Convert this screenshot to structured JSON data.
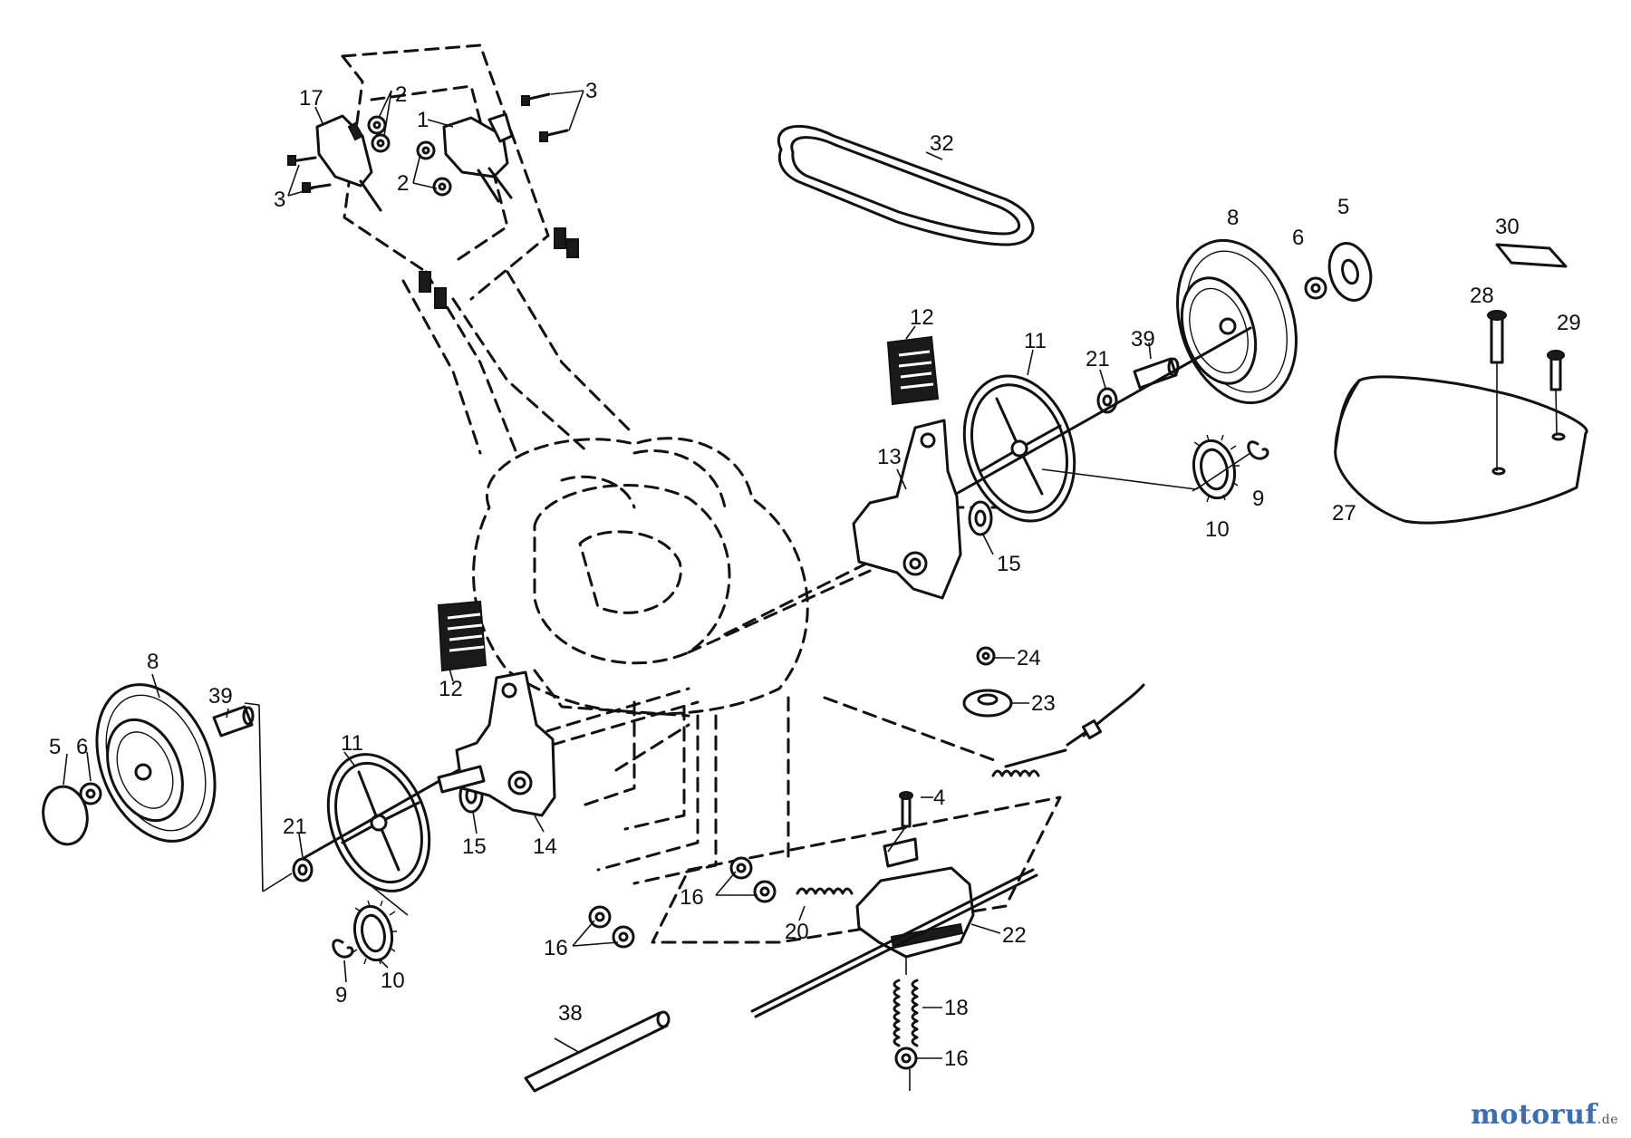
{
  "callouts": {
    "p17": "17",
    "p2a": "2",
    "p1": "1",
    "p3a": "3",
    "p2b": "2",
    "p3b": "3",
    "p32": "32",
    "p8r": "8",
    "p6r": "6",
    "p5r": "5",
    "p30": "30",
    "p28": "28",
    "p29": "29",
    "p12r": "12",
    "p11r": "11",
    "p21r": "21",
    "p39r": "39",
    "p13": "13",
    "p15r": "15",
    "p10r": "10",
    "p9r": "9",
    "p27": "27",
    "p24": "24",
    "p23": "23",
    "p4": "4",
    "p16a": "16",
    "p16b": "16",
    "p20": "20",
    "p22": "22",
    "p18": "18",
    "p16c": "16",
    "p38": "38",
    "p8l": "8",
    "p39l": "39",
    "p5l": "5",
    "p6l": "6",
    "p11l": "11",
    "p21l": "21",
    "p15l": "15",
    "p14": "14",
    "p12l": "12",
    "p9l": "9",
    "p10l": "10"
  },
  "watermark": {
    "brand": "motoruf",
    "suffix": ".de"
  },
  "icons": [
    "wheel-icon",
    "gear-icon",
    "drive-belt-icon",
    "transmission-icon",
    "spring-icon",
    "bolt-icon",
    "nut-icon",
    "washer-icon",
    "shield-icon",
    "handle-icon",
    "axle-icon"
  ]
}
